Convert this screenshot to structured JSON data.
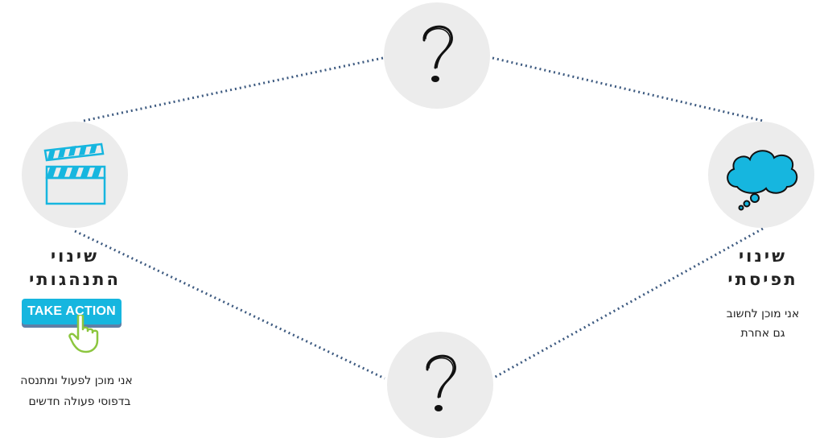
{
  "colors": {
    "accent": "#16b6df",
    "node_bg": "#ececec",
    "line": "#3d5a80",
    "hand": "#8cc63f",
    "button_shadow": "#5f7fa6"
  },
  "nodes": {
    "left": {
      "icon": "clapperboard-icon",
      "title_line1": "שינוי",
      "title_line2": "התנהגותי",
      "button_label": "TAKE ACTION",
      "desc_line1": "אני מוכן  לפעול ומתנסה",
      "desc_line2": "בדפוסי פעולה חדשים"
    },
    "right": {
      "icon": "thought-cloud-icon",
      "title_line1": "שינוי",
      "title_line2": "תפיסתי",
      "desc_line1": "אני מוכן לחשוב",
      "desc_line2": "גם אחרת"
    },
    "top": {
      "icon": "question-mark-icon",
      "symbol": "?"
    },
    "bottom": {
      "icon": "question-mark-icon",
      "symbol": "?"
    }
  }
}
